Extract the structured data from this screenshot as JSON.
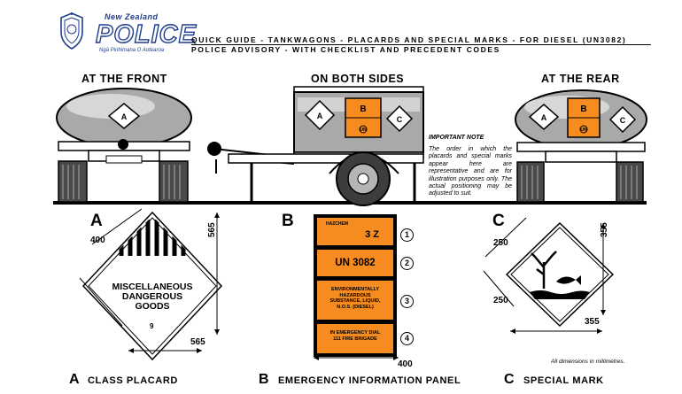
{
  "header": {
    "logo_nz": "New Zealand",
    "logo_police": "POLICE",
    "logo_motto": "Ngā Pirihimana O Aotearoa",
    "line1": "QUICK GUIDE - TANKWAGONS - PLACARDS AND SPECIAL MARKS - FOR DIESEL (UN3082)",
    "line2": "POLICE ADVISORY - WITH CHECKLIST AND PRECEDENT CODES"
  },
  "sections": {
    "front": "AT THE FRONT",
    "sides": "ON BOTH SIDES",
    "rear": "AT THE REAR"
  },
  "markers": {
    "a": "A",
    "b": "B",
    "c": "C",
    "eip_id": "UN"
  },
  "note": {
    "title": "IMPORTANT NOTE",
    "body": "The order in which the placards and special marks appear here are representative and are for illustration purposes only. The actual positioning may be adjusted to suit."
  },
  "placard": {
    "letter": "A",
    "line1": "MISCELLANEOUS",
    "line2": "DANGEROUS",
    "line3": "GOODS",
    "class_number": "9",
    "dim_side": "400",
    "dim_height": "565",
    "dim_width": "565",
    "caption_letter": "A",
    "caption": "CLASS PLACARD"
  },
  "eip": {
    "letter": "B",
    "hazchem_label": "HAZCHEM",
    "hazchem_code": "3 Z",
    "un_number": "UN 3082",
    "description": "ENVIRONMENTALLY HAZARDOUS SUBSTANCE, LIQUID, N.O.S. (DIESEL)",
    "emergency": "IN EMERGENCY DIAL 111 FIRE BRIGADE",
    "nums": [
      "1",
      "2",
      "3",
      "4"
    ],
    "dim_width": "400",
    "caption_letter": "B",
    "caption": "EMERGENCY INFORMATION PANEL"
  },
  "mark": {
    "letter": "C",
    "dim_side1": "250",
    "dim_side2": "250",
    "dim_height": "355",
    "dim_width": "355",
    "caption_letter": "C",
    "caption": "SPECIAL MARK"
  },
  "footer_note": "All dimensions in millimetres.",
  "colors": {
    "orange": "#f68b1f",
    "police_blue": "#1d3d8f",
    "tank_grey": "#a9a9a9"
  }
}
